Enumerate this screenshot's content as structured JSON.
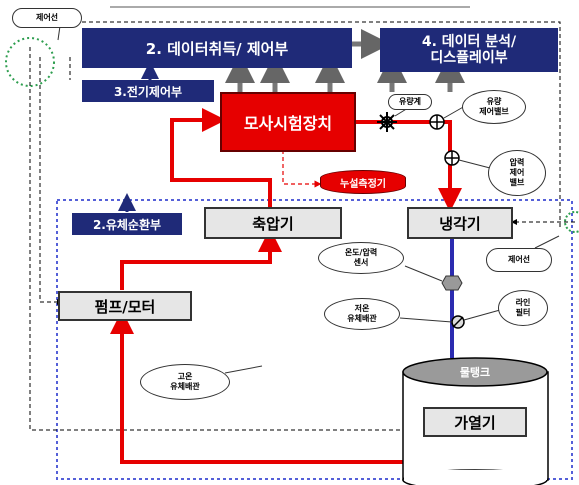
{
  "nodes": {
    "data_acq": "2. 데이터취득/ 제어부",
    "display": "4. 데이터 분석/\n디스플레이부",
    "electrical": "3.전기제어부",
    "simulator": "모사시험장치",
    "leak_detector": "누설측정기",
    "fluid_circ": "2.유체순환부",
    "accumulator": "축압기",
    "cooler": "냉각기",
    "pump_motor": "펌프/모터",
    "water_tank": "물탱크",
    "heater": "가열기"
  },
  "labels": {
    "control_line_top": "제어선",
    "control_line_right": "제어선",
    "flow_meter": "유량계",
    "flow_valve": "유량\n제어밸브",
    "pressure_valve": "압력\n제어\n밸브",
    "temp_pressure_sensor": "온도/압력\n센서",
    "low_temp_pipe": "저온\n유체배관",
    "line_filter": "라인\n필터",
    "high_temp_pipe": "고온\n유체배관"
  },
  "colors": {
    "navy": "#1f2a78",
    "red": "#e60000",
    "blue_pipe": "#2b2bb0",
    "dashed_blue": "#5560d8",
    "green_dots": "#2e9e4f"
  }
}
